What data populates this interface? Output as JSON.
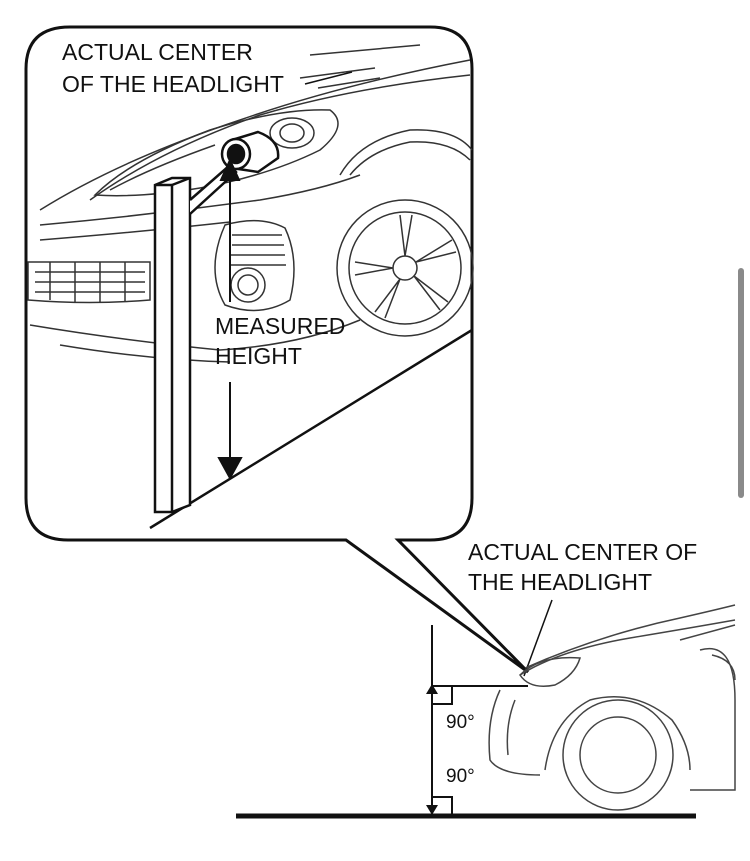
{
  "labels": {
    "callout_center_line1": "ACTUAL CENTER",
    "callout_center_line2": "OF THE HEADLIGHT",
    "measured_line1": "MEASURED",
    "measured_line2": "HEIGHT",
    "main_center_line1": "ACTUAL CENTER OF",
    "main_center_line2": "THE HEADLIGHT",
    "angle_upper": "90°",
    "angle_lower": "90°"
  }
}
